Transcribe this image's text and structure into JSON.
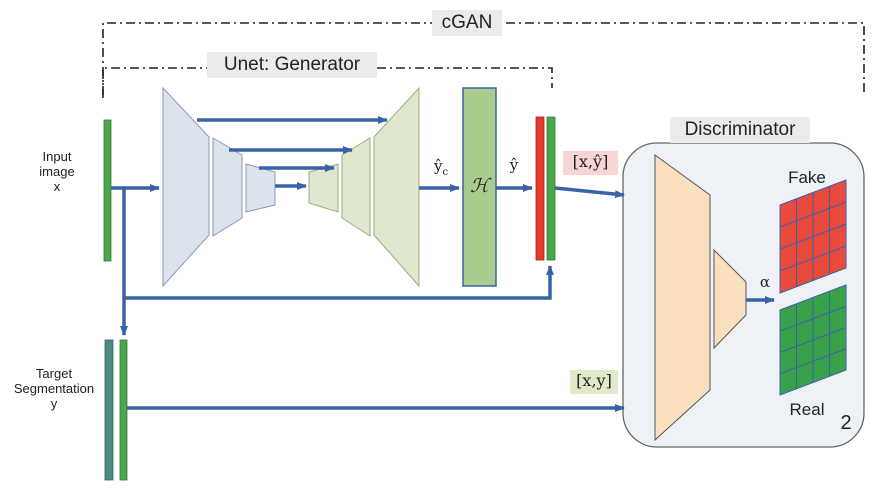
{
  "labels": {
    "cgan": "cGAN",
    "generator": "Unet: Generator",
    "discriminator": "Discriminator",
    "input_line1": "Input",
    "input_line2": "image",
    "input_line3": "x",
    "target_line1": "Target",
    "target_line2": "Segmentation",
    "target_line3": "y",
    "yc_hat": "ŷ",
    "yc_sub": "c",
    "y_hat": "ŷ",
    "h_operator": "ℋ",
    "pair_fake": "[x,ŷ]",
    "pair_real": "[x,y]",
    "alpha": "α",
    "fake": "Fake",
    "real": "Real",
    "figure_number": "2"
  },
  "colors": {
    "arrow": "#3a62a7",
    "encoder": "#dde3ee",
    "decoder": "#dfe7cf",
    "h_box": "#a9cc8d",
    "input_bar": "#4ca64c",
    "target_bar": "#4e8a80",
    "red_bar": "#e8392d",
    "discriminator_panel": "#eef1f6",
    "disc_trapezoid": "#fbe0c0",
    "fake_grid": "#e84a3b",
    "real_grid": "#3aa14b",
    "pair_fake_bg": "#f8d4d4",
    "pair_real_bg": "#dfeacb"
  },
  "icons": {
    "h_symbol": "script-h-operator"
  }
}
